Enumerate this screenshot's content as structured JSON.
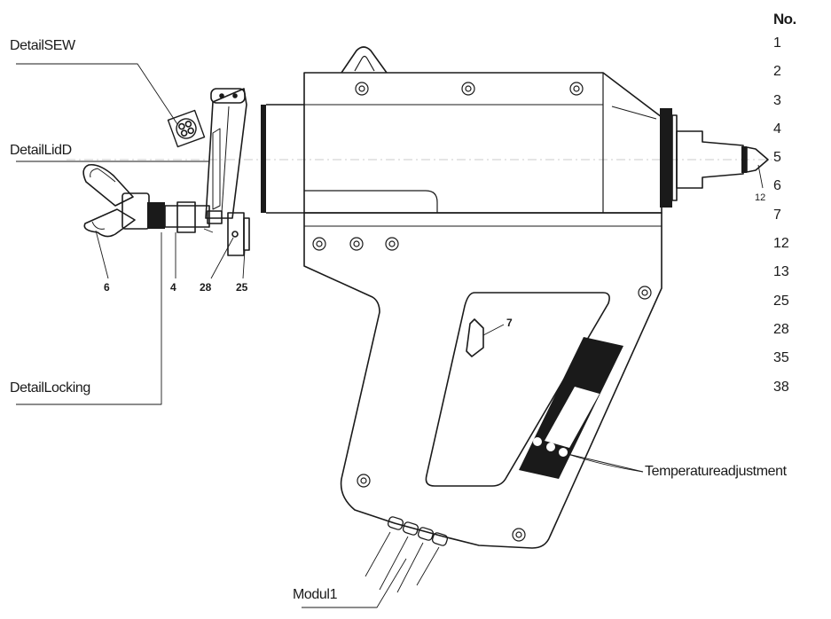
{
  "labels": {
    "detail_sew": "DetailSEW",
    "detail_lid": "DetailLidD",
    "detail_locking": "DetailLocking",
    "temperature_adjustment": "Temperatureadjustment",
    "modul": "Modul1"
  },
  "callouts": {
    "c6": "6",
    "c4": "4",
    "c28": "28",
    "c25": "25",
    "c7": "7",
    "c12": "12"
  },
  "parts_table": {
    "header": "No.",
    "numbers": [
      "1",
      "2",
      "3",
      "4",
      "5",
      "6",
      "7",
      "12",
      "13",
      "25",
      "28",
      "35",
      "38"
    ]
  }
}
